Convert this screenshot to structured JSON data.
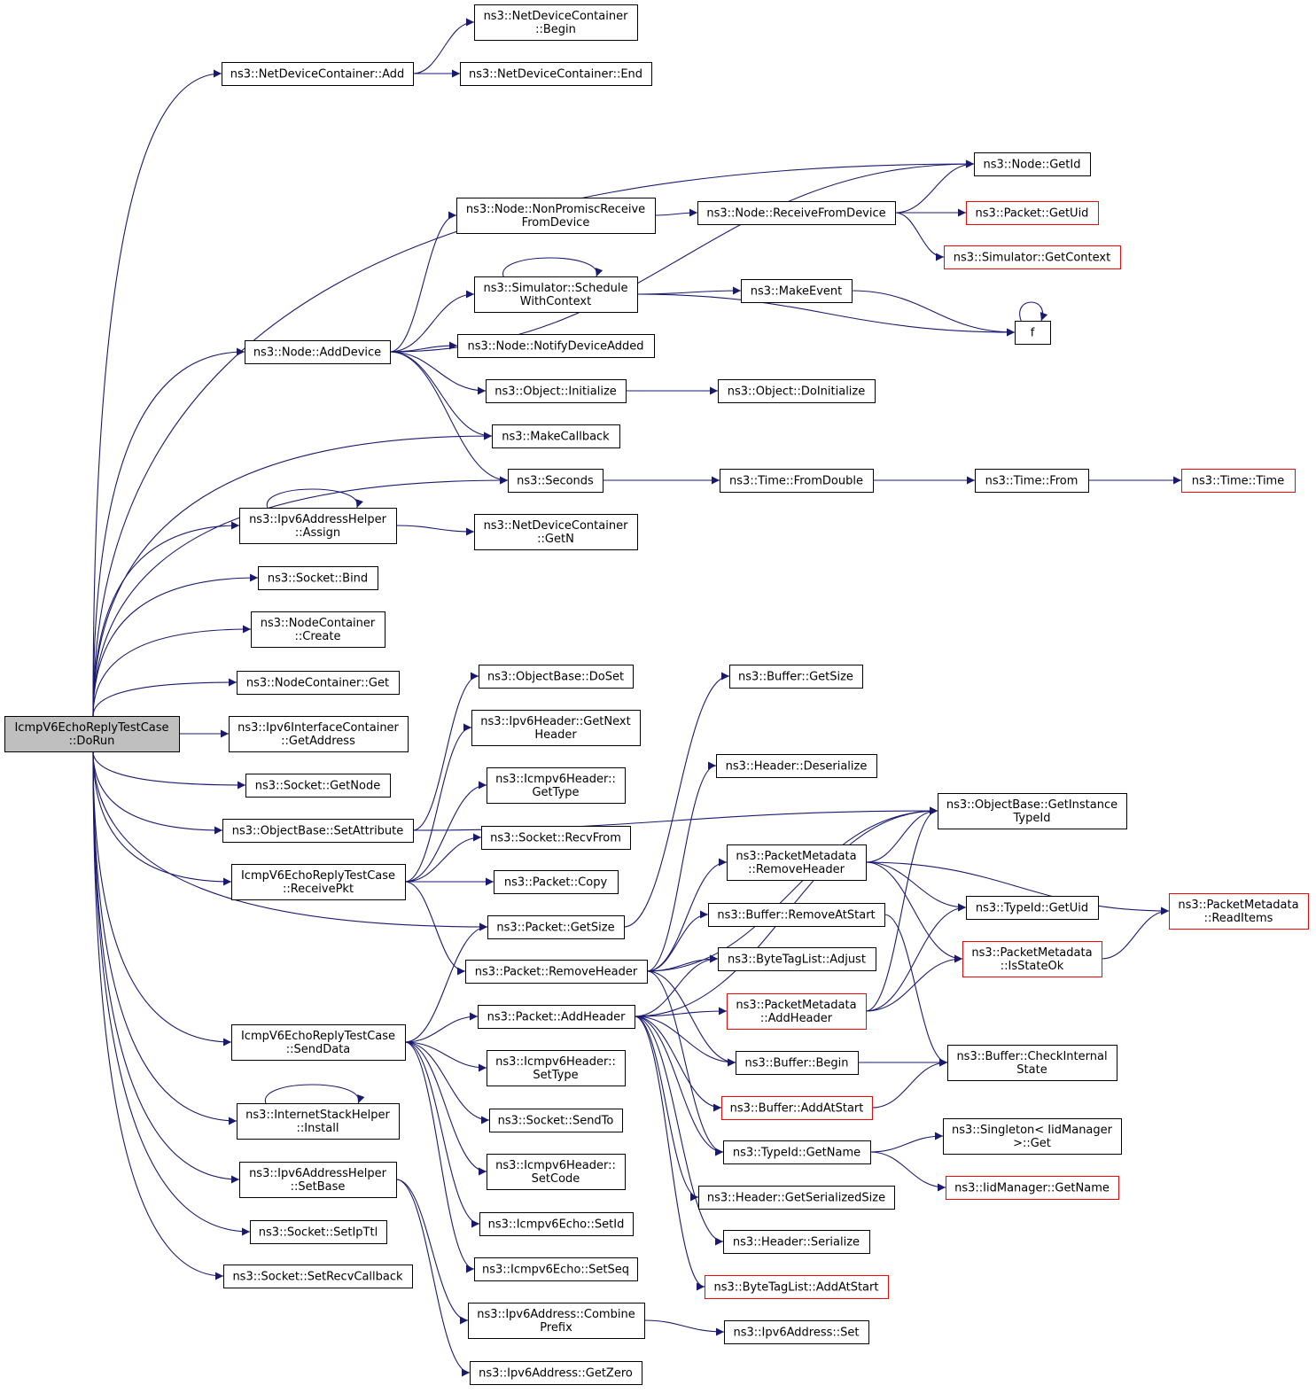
{
  "colors": {
    "edge": "#191970",
    "box_border": "#000000",
    "truncated_border": "#ff0000",
    "root_fill": "#bfbfbf",
    "node_fill": "#ffffff"
  },
  "nodes": [
    {
      "id": "root",
      "lines": [
        "IcmpV6EchoReplyTestCase",
        "::DoRun"
      ],
      "root": true
    },
    {
      "id": "ndcAdd",
      "lines": [
        "ns3::NetDeviceContainer::Add"
      ]
    },
    {
      "id": "ndcBegin",
      "lines": [
        "ns3::NetDeviceContainer",
        "::Begin"
      ]
    },
    {
      "id": "ndcEnd",
      "lines": [
        "ns3::NetDeviceContainer::End"
      ]
    },
    {
      "id": "nodeGetId",
      "lines": [
        "ns3::Node::GetId"
      ]
    },
    {
      "id": "nodeNonProm",
      "lines": [
        "ns3::Node::NonPromiscReceive",
        "FromDevice"
      ]
    },
    {
      "id": "nodeRecv",
      "lines": [
        "ns3::Node::ReceiveFromDevice"
      ]
    },
    {
      "id": "pktGetUid",
      "lines": [
        "ns3::Packet::GetUid"
      ],
      "truncated": true
    },
    {
      "id": "simGetCtx",
      "lines": [
        "ns3::Simulator::GetContext"
      ],
      "truncated": true
    },
    {
      "id": "simSched",
      "lines": [
        "ns3::Simulator::Schedule",
        "WithContext"
      ]
    },
    {
      "id": "makeEvent",
      "lines": [
        "ns3::MakeEvent"
      ]
    },
    {
      "id": "f",
      "lines": [
        "f"
      ]
    },
    {
      "id": "addDevice",
      "lines": [
        "ns3::Node::AddDevice"
      ]
    },
    {
      "id": "notifyDev",
      "lines": [
        "ns3::Node::NotifyDeviceAdded"
      ]
    },
    {
      "id": "objInit",
      "lines": [
        "ns3::Object::Initialize"
      ]
    },
    {
      "id": "objDoInit",
      "lines": [
        "ns3::Object::DoInitialize"
      ]
    },
    {
      "id": "makeCb",
      "lines": [
        "ns3::MakeCallback"
      ]
    },
    {
      "id": "seconds",
      "lines": [
        "ns3::Seconds"
      ]
    },
    {
      "id": "timeFromDouble",
      "lines": [
        "ns3::Time::FromDouble"
      ]
    },
    {
      "id": "timeFrom",
      "lines": [
        "ns3::Time::From"
      ]
    },
    {
      "id": "timeTime",
      "lines": [
        "ns3::Time::Time"
      ],
      "truncated": true
    },
    {
      "id": "ipv6AssignHelper",
      "lines": [
        "ns3::Ipv6AddressHelper",
        "::Assign"
      ]
    },
    {
      "id": "ndcGetN",
      "lines": [
        "ns3::NetDeviceContainer",
        "::GetN"
      ]
    },
    {
      "id": "sockBind",
      "lines": [
        "ns3::Socket::Bind"
      ]
    },
    {
      "id": "ncCreate",
      "lines": [
        "ns3::NodeContainer",
        "::Create"
      ]
    },
    {
      "id": "ncGet",
      "lines": [
        "ns3::NodeContainer::Get"
      ]
    },
    {
      "id": "ipv6IfcGetAddr",
      "lines": [
        "ns3::Ipv6InterfaceContainer",
        "::GetAddress"
      ]
    },
    {
      "id": "sockGetNode",
      "lines": [
        "ns3::Socket::GetNode"
      ]
    },
    {
      "id": "objBaseSetAttr",
      "lines": [
        "ns3::ObjectBase::SetAttribute"
      ]
    },
    {
      "id": "objBaseDoSet",
      "lines": [
        "ns3::ObjectBase::DoSet"
      ]
    },
    {
      "id": "ipv6HdrGetNext",
      "lines": [
        "ns3::Ipv6Header::GetNext",
        "Header"
      ]
    },
    {
      "id": "icmpGetType",
      "lines": [
        "ns3::Icmpv6Header::",
        "GetType"
      ]
    },
    {
      "id": "sockRecvFrom",
      "lines": [
        "ns3::Socket::RecvFrom"
      ]
    },
    {
      "id": "pktCopy",
      "lines": [
        "ns3::Packet::Copy"
      ]
    },
    {
      "id": "receivePkt",
      "lines": [
        "IcmpV6EchoReplyTestCase",
        "::ReceivePkt"
      ]
    },
    {
      "id": "pktGetSize",
      "lines": [
        "ns3::Packet::GetSize"
      ]
    },
    {
      "id": "pktRemoveHdr",
      "lines": [
        "ns3::Packet::RemoveHeader"
      ]
    },
    {
      "id": "pktAddHdr",
      "lines": [
        "ns3::Packet::AddHeader"
      ]
    },
    {
      "id": "sendData",
      "lines": [
        "IcmpV6EchoReplyTestCase",
        "::SendData"
      ]
    },
    {
      "id": "icmpSetType",
      "lines": [
        "ns3::Icmpv6Header::",
        "SetType"
      ]
    },
    {
      "id": "sockSendTo",
      "lines": [
        "ns3::Socket::SendTo"
      ]
    },
    {
      "id": "icmpSetCode",
      "lines": [
        "ns3::Icmpv6Header::",
        "SetCode"
      ]
    },
    {
      "id": "echoSetId",
      "lines": [
        "ns3::Icmpv6Echo::SetId"
      ]
    },
    {
      "id": "echoSetSeq",
      "lines": [
        "ns3::Icmpv6Echo::SetSeq"
      ]
    },
    {
      "id": "inetInstall",
      "lines": [
        "ns3::InternetStackHelper",
        "::Install"
      ]
    },
    {
      "id": "ipv6SetBase",
      "lines": [
        "ns3::Ipv6AddressHelper",
        "::SetBase"
      ]
    },
    {
      "id": "sockSetIpTtl",
      "lines": [
        "ns3::Socket::SetIpTtl"
      ]
    },
    {
      "id": "sockSetRecvCb",
      "lines": [
        "ns3::Socket::SetRecvCallback"
      ]
    },
    {
      "id": "ipv6CombinePrefix",
      "lines": [
        "ns3::Ipv6Address::Combine",
        "Prefix"
      ]
    },
    {
      "id": "ipv6GetZero",
      "lines": [
        "ns3::Ipv6Address::GetZero"
      ]
    },
    {
      "id": "ipv6Set",
      "lines": [
        "ns3::Ipv6Address::Set"
      ]
    },
    {
      "id": "bufGetSize",
      "lines": [
        "ns3::Buffer::GetSize"
      ]
    },
    {
      "id": "hdrDeser",
      "lines": [
        "ns3::Header::Deserialize"
      ]
    },
    {
      "id": "objBaseGetInst",
      "lines": [
        "ns3::ObjectBase::GetInstance",
        "TypeId"
      ]
    },
    {
      "id": "pmRemoveHdr",
      "lines": [
        "ns3::PacketMetadata",
        "::RemoveHeader"
      ]
    },
    {
      "id": "pmReadItems",
      "lines": [
        "ns3::PacketMetadata",
        "::ReadItems"
      ],
      "truncated": true
    },
    {
      "id": "typeIdGetUid",
      "lines": [
        "ns3::TypeId::GetUid"
      ]
    },
    {
      "id": "bufRemoveAtStart",
      "lines": [
        "ns3::Buffer::RemoveAtStart"
      ]
    },
    {
      "id": "btlAdjust",
      "lines": [
        "ns3::ByteTagList::Adjust"
      ]
    },
    {
      "id": "pmIsStateOk",
      "lines": [
        "ns3::PacketMetadata",
        "::IsStateOk"
      ],
      "truncated": true
    },
    {
      "id": "pmAddHdr",
      "lines": [
        "ns3::PacketMetadata",
        "::AddHeader"
      ],
      "truncated": true
    },
    {
      "id": "bufBegin",
      "lines": [
        "ns3::Buffer::Begin"
      ]
    },
    {
      "id": "bufCheckState",
      "lines": [
        "ns3::Buffer::CheckInternal",
        "State"
      ]
    },
    {
      "id": "bufAddAtStart",
      "lines": [
        "ns3::Buffer::AddAtStart"
      ],
      "truncated": true
    },
    {
      "id": "typeIdGetName",
      "lines": [
        "ns3::TypeId::GetName"
      ]
    },
    {
      "id": "singletonGet",
      "lines": [
        "ns3::Singleton< IidManager",
        ">::Get"
      ]
    },
    {
      "id": "iidGetName",
      "lines": [
        "ns3::IidManager::GetName"
      ],
      "truncated": true
    },
    {
      "id": "hdrGetSerSize",
      "lines": [
        "ns3::Header::GetSerializedSize"
      ]
    },
    {
      "id": "hdrSerialize",
      "lines": [
        "ns3::Header::Serialize"
      ]
    },
    {
      "id": "btlAddAtStart",
      "lines": [
        "ns3::ByteTagList::AddAtStart"
      ],
      "truncated": true
    }
  ],
  "edges": [
    [
      "root",
      "ndcAdd"
    ],
    [
      "ndcAdd",
      "ndcBegin"
    ],
    [
      "ndcAdd",
      "ndcEnd"
    ],
    [
      "root",
      "nodeGetId"
    ],
    [
      "root",
      "addDevice"
    ],
    [
      "addDevice",
      "nodeGetId"
    ],
    [
      "addDevice",
      "nodeNonProm"
    ],
    [
      "nodeNonProm",
      "nodeRecv"
    ],
    [
      "nodeRecv",
      "nodeGetId"
    ],
    [
      "nodeRecv",
      "pktGetUid"
    ],
    [
      "nodeRecv",
      "simGetCtx"
    ],
    [
      "addDevice",
      "simSched"
    ],
    [
      "simSched",
      "simSched"
    ],
    [
      "simSched",
      "makeEvent"
    ],
    [
      "simSched",
      "f"
    ],
    [
      "makeEvent",
      "f"
    ],
    [
      "f",
      "f"
    ],
    [
      "addDevice",
      "notifyDev"
    ],
    [
      "addDevice",
      "objInit"
    ],
    [
      "objInit",
      "objDoInit"
    ],
    [
      "addDevice",
      "makeCb"
    ],
    [
      "root",
      "makeCb"
    ],
    [
      "addDevice",
      "seconds"
    ],
    [
      "root",
      "seconds"
    ],
    [
      "seconds",
      "timeFromDouble"
    ],
    [
      "timeFromDouble",
      "timeFrom"
    ],
    [
      "timeFrom",
      "timeTime"
    ],
    [
      "root",
      "ipv6AssignHelper"
    ],
    [
      "ipv6AssignHelper",
      "ipv6AssignHelper"
    ],
    [
      "ipv6AssignHelper",
      "ndcGetN"
    ],
    [
      "root",
      "sockBind"
    ],
    [
      "root",
      "ncCreate"
    ],
    [
      "root",
      "ncGet"
    ],
    [
      "root",
      "ipv6IfcGetAddr"
    ],
    [
      "root",
      "sockGetNode"
    ],
    [
      "root",
      "objBaseSetAttr"
    ],
    [
      "objBaseSetAttr",
      "objBaseDoSet"
    ],
    [
      "objBaseSetAttr",
      "objBaseGetInst"
    ],
    [
      "root",
      "receivePkt"
    ],
    [
      "receivePkt",
      "ipv6HdrGetNext"
    ],
    [
      "receivePkt",
      "icmpGetType"
    ],
    [
      "receivePkt",
      "sockRecvFrom"
    ],
    [
      "receivePkt",
      "pktCopy"
    ],
    [
      "receivePkt",
      "pktRemoveHdr"
    ],
    [
      "root",
      "pktGetSize"
    ],
    [
      "pktGetSize",
      "bufGetSize"
    ],
    [
      "root",
      "sendData"
    ],
    [
      "sendData",
      "pktGetSize"
    ],
    [
      "sendData",
      "pktAddHdr"
    ],
    [
      "sendData",
      "icmpSetType"
    ],
    [
      "sendData",
      "sockSendTo"
    ],
    [
      "sendData",
      "icmpSetCode"
    ],
    [
      "sendData",
      "echoSetId"
    ],
    [
      "sendData",
      "echoSetSeq"
    ],
    [
      "root",
      "inetInstall"
    ],
    [
      "inetInstall",
      "inetInstall"
    ],
    [
      "root",
      "ipv6SetBase"
    ],
    [
      "ipv6SetBase",
      "ipv6CombinePrefix"
    ],
    [
      "ipv6SetBase",
      "ipv6GetZero"
    ],
    [
      "ipv6CombinePrefix",
      "ipv6Set"
    ],
    [
      "root",
      "sockSetIpTtl"
    ],
    [
      "root",
      "sockSetRecvCb"
    ],
    [
      "pktRemoveHdr",
      "hdrDeser"
    ],
    [
      "pktRemoveHdr",
      "objBaseGetInst"
    ],
    [
      "pktRemoveHdr",
      "pmRemoveHdr"
    ],
    [
      "pktRemoveHdr",
      "bufRemoveAtStart"
    ],
    [
      "pktRemoveHdr",
      "btlAdjust"
    ],
    [
      "pktRemoveHdr",
      "bufBegin"
    ],
    [
      "pktRemoveHdr",
      "typeIdGetName"
    ],
    [
      "pktAddHdr",
      "objBaseGetInst"
    ],
    [
      "pktAddHdr",
      "pmAddHdr"
    ],
    [
      "pktAddHdr",
      "bufBegin"
    ],
    [
      "pktAddHdr",
      "bufAddAtStart"
    ],
    [
      "pktAddHdr",
      "btlAdjust"
    ],
    [
      "pktAddHdr",
      "typeIdGetName"
    ],
    [
      "pktAddHdr",
      "hdrGetSerSize"
    ],
    [
      "pktAddHdr",
      "hdrSerialize"
    ],
    [
      "pktAddHdr",
      "btlAddAtStart"
    ],
    [
      "pmRemoveHdr",
      "objBaseGetInst"
    ],
    [
      "pmRemoveHdr",
      "pmReadItems"
    ],
    [
      "pmRemoveHdr",
      "typeIdGetUid"
    ],
    [
      "pmRemoveHdr",
      "pmIsStateOk"
    ],
    [
      "pmAddHdr",
      "objBaseGetInst"
    ],
    [
      "pmAddHdr",
      "typeIdGetUid"
    ],
    [
      "pmAddHdr",
      "pmIsStateOk"
    ],
    [
      "pmIsStateOk",
      "pmReadItems"
    ],
    [
      "bufRemoveAtStart",
      "bufCheckState"
    ],
    [
      "bufBegin",
      "bufCheckState"
    ],
    [
      "bufAddAtStart",
      "bufCheckState"
    ],
    [
      "typeIdGetName",
      "singletonGet"
    ],
    [
      "typeIdGetName",
      "iidGetName"
    ]
  ]
}
